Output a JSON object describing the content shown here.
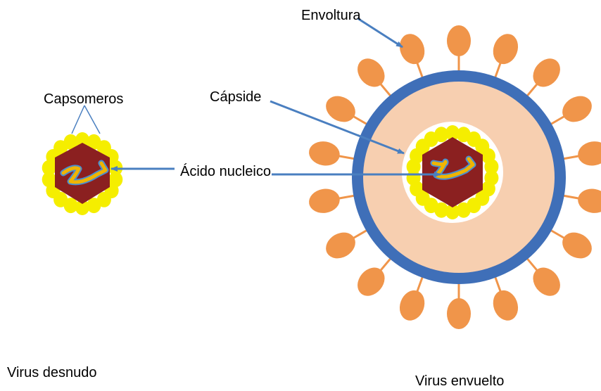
{
  "labels": {
    "envoltura": "Envoltura",
    "capside": "Cápside",
    "capsomeros": "Capsomeros",
    "acido_nucleico": "Ácido nucleico",
    "virus_desnudo": "Virus desnudo",
    "virus_envuelto": "Virus envuelto"
  },
  "colors": {
    "capsomere": "#f5ee00",
    "nucleocapsid_core": "#8b2020",
    "nucleic_acid": "#f0b400",
    "nucleic_acid_outline": "#4a8fd0",
    "envelope": "#3f6fb8",
    "envelope_interior": "#f7cfb0",
    "spike": "#f0954a",
    "arrow": "#4a7fc0"
  }
}
